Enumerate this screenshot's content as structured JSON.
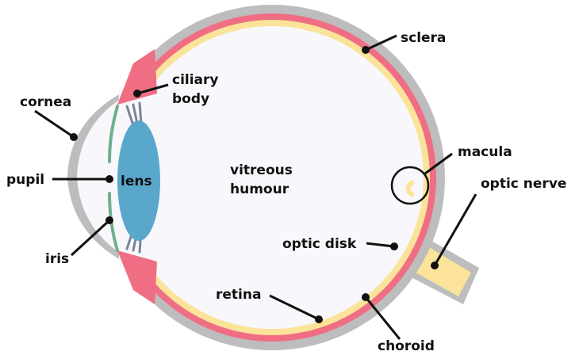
{
  "labels": {
    "sclera": "sclera",
    "ciliary_body_line1": "ciliary",
    "ciliary_body_line2": "body",
    "cornea": "cornea",
    "lens": "lens",
    "vitreous_line1": "vitreous",
    "vitreous_line2": "humour",
    "pupil": "pupil",
    "macula": "macula",
    "optic_nerve": "optic nerve",
    "optic_disk": "optic disk",
    "iris": "iris",
    "retina": "retina",
    "choroid": "choroid"
  },
  "colors": {
    "sclera": "#bdbdbd",
    "choroid": "#f06e84",
    "retina": "#fbe49a",
    "vitreous": "#f8f8fc",
    "lens": "#5aa7cc",
    "iris": "#6fae8e",
    "zonule": "#7b8496",
    "leader": "#111111"
  }
}
